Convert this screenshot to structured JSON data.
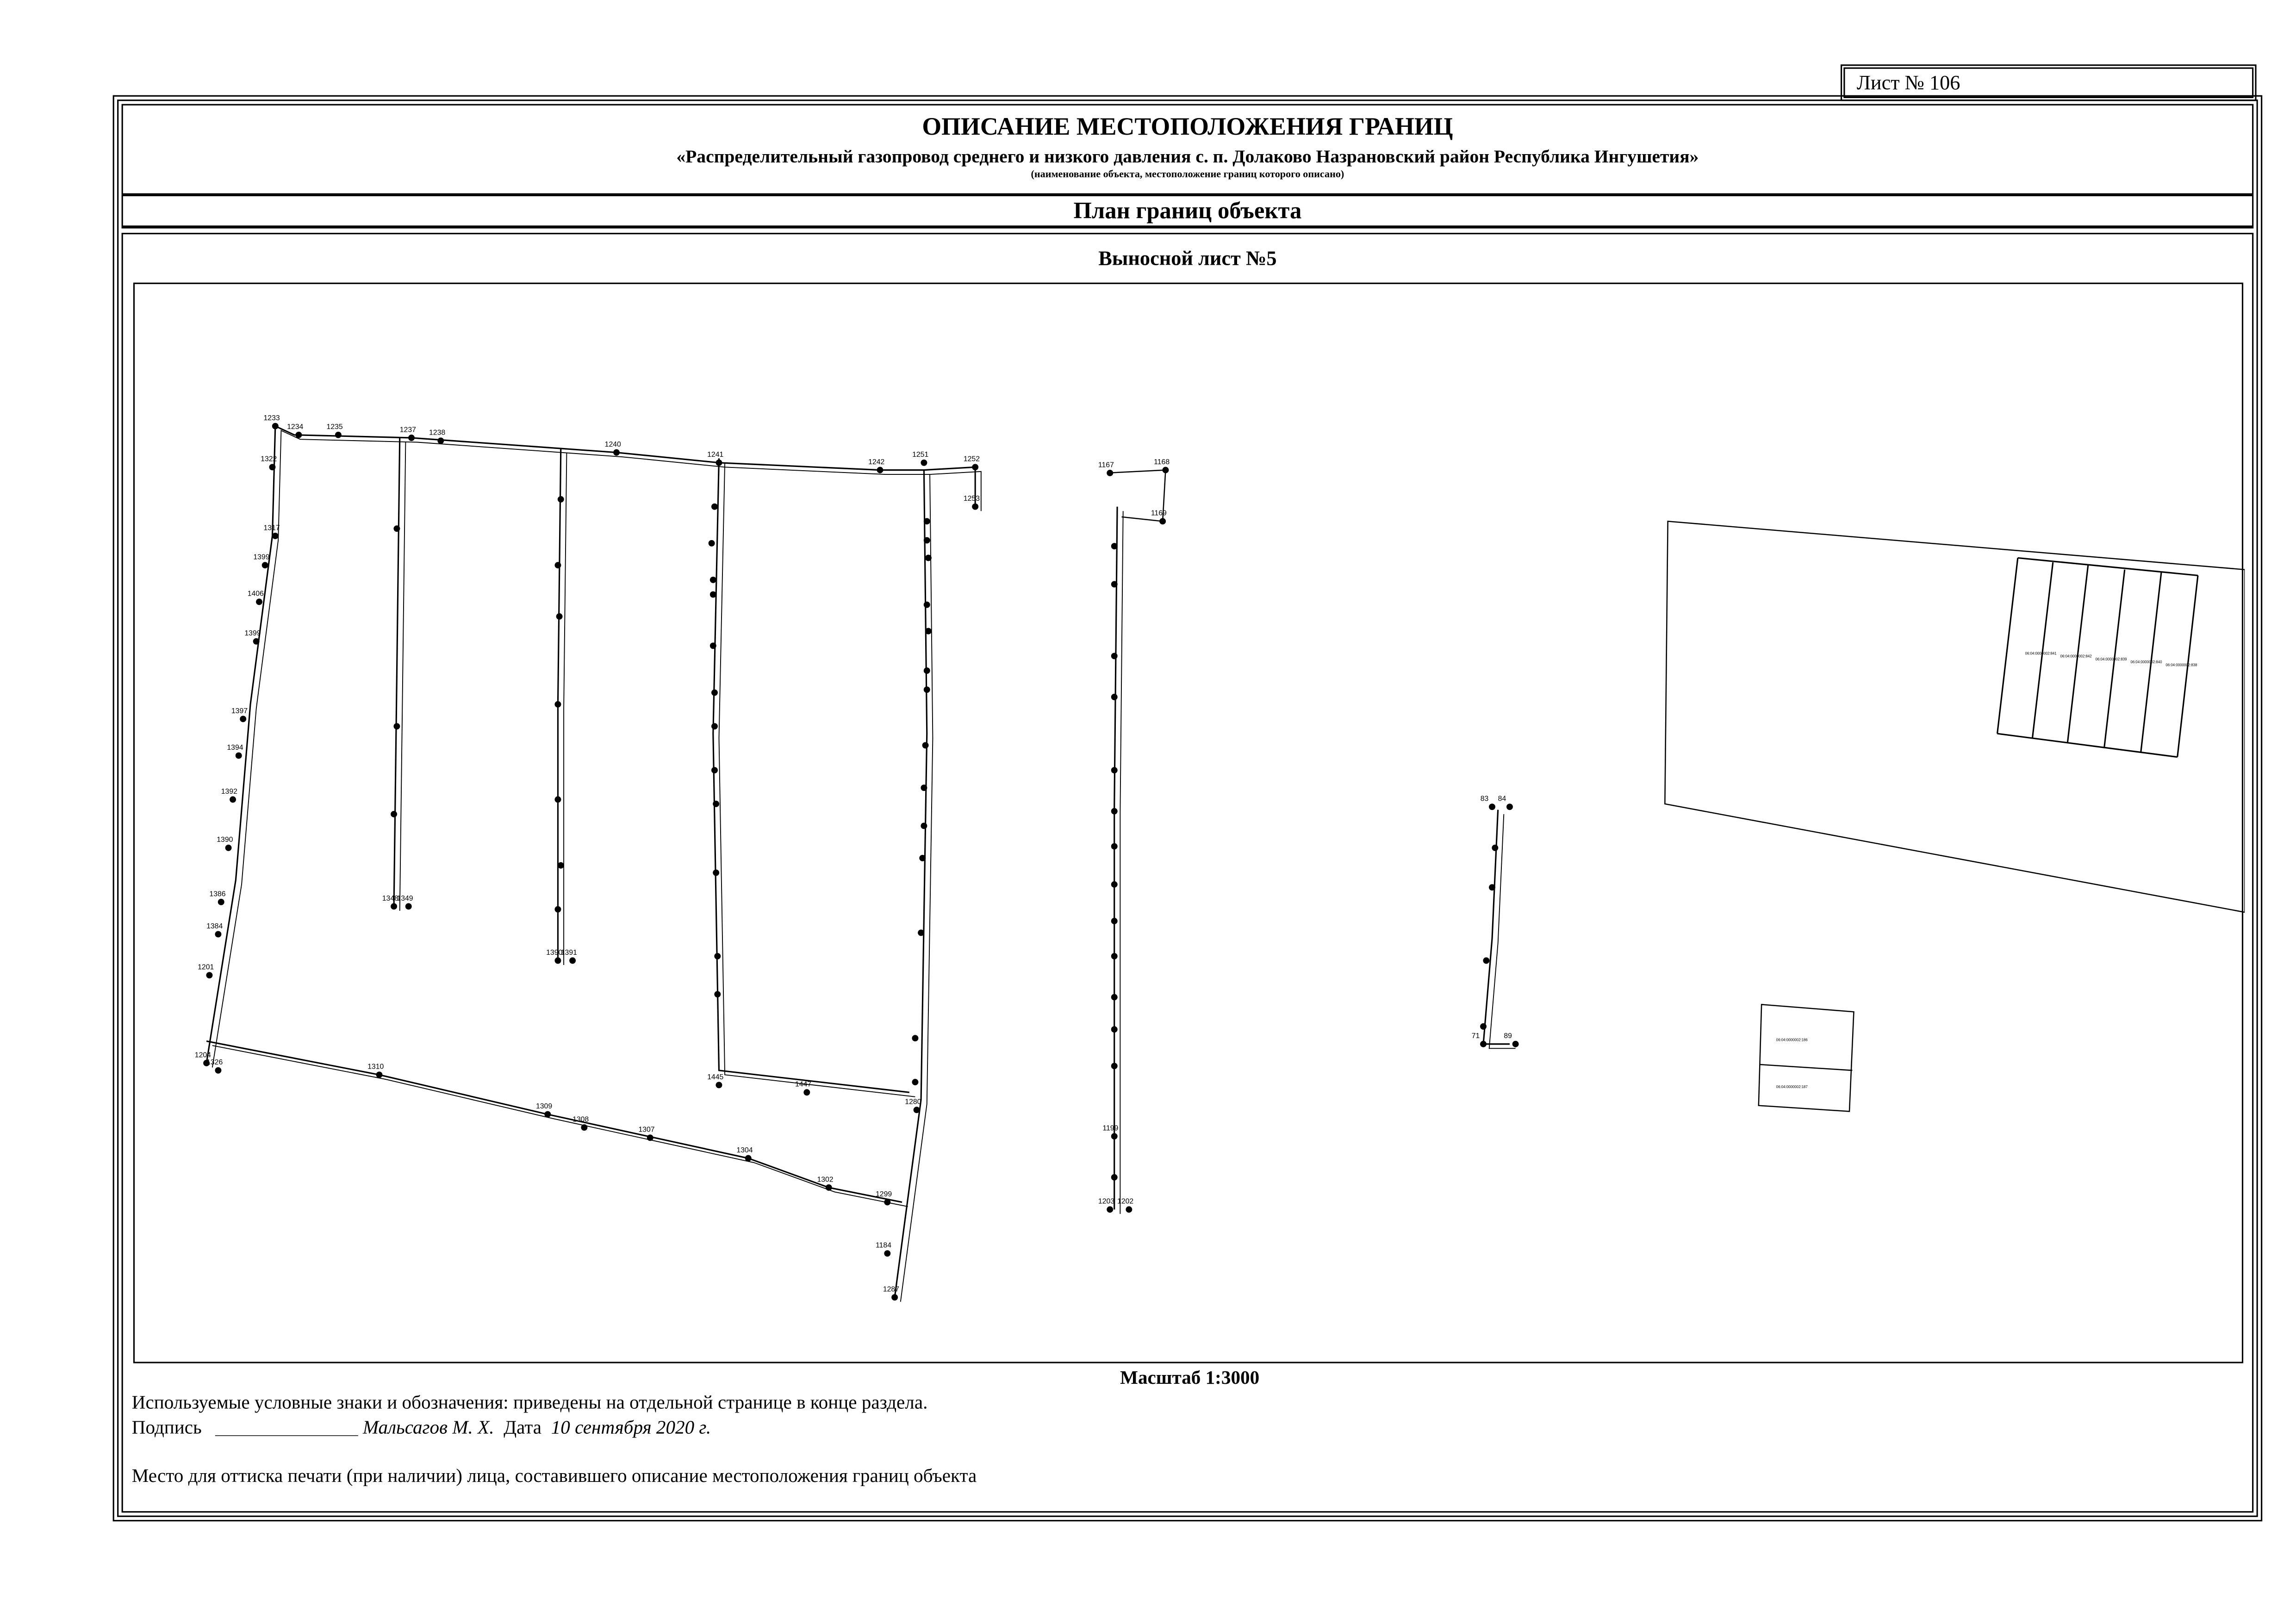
{
  "sheet_number": "Лист № 106",
  "header": {
    "title": "ОПИСАНИЕ МЕСТОПОЛОЖЕНИЯ ГРАНИЦ",
    "object_name": "«Распределительный газопровод среднего и низкого давления с. п. Долаково Назрановский район Республика Ингушетия»",
    "object_note": "(наименование объекта, местоположение границ которого описано)"
  },
  "section_title": "План границ объекта",
  "subsheet_title": "Выносной лист №5",
  "map": {
    "points": [
      "1233",
      "1234",
      "1235",
      "1237",
      "1238",
      "1240",
      "1241",
      "1242",
      "1251",
      "1252",
      "1253",
      "1322",
      "1317",
      "1399",
      "1406",
      "1399",
      "1397",
      "1394",
      "1392",
      "1390",
      "1386",
      "1384",
      "1201",
      "1204",
      "1326",
      "1310",
      "1309",
      "1308",
      "1307",
      "1304",
      "1302",
      "1299",
      "1348",
      "1349",
      "1390",
      "1391",
      "1447",
      "1445",
      "1280",
      "1287",
      "1167",
      "1168",
      "1169",
      "1203",
      "1202",
      "1199",
      "1184",
      "83",
      "84",
      "71",
      "89"
    ],
    "parcels": [
      "06:04:0000002:841",
      "06:04:0000002:842",
      "06:04:0000002:839",
      "06:04:0000002:840",
      "06:04:0000002:838"
    ],
    "small_parcels": [
      "06:04:0000002:186",
      "06:04:0000002:187"
    ]
  },
  "scale_label": "Масштаб 1:3000",
  "legend_note": "Используемые условные знаки и обозначения: приведены на отдельной странице в конце раздела.",
  "signature": {
    "label": "Подпись",
    "blank": "_______________",
    "name": "Мальсагов М. Х.",
    "date_label": "Дата",
    "date": "10 сентября 2020 г."
  },
  "stamp_note": "Место для оттиска печати (при наличии) лица, составившего описание местоположения границ объекта"
}
